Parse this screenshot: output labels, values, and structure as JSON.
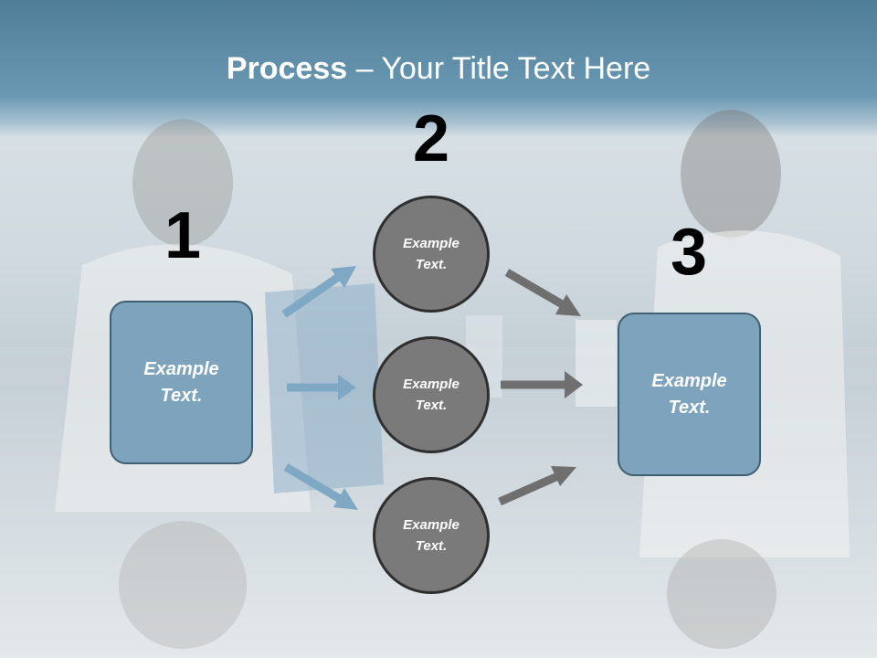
{
  "title": {
    "bold": "Process",
    "rest": " – Your Title Text Here"
  },
  "steps": {
    "one": "1",
    "two": "2",
    "three": "3"
  },
  "left_box": {
    "line1": "Example",
    "line2": "Text."
  },
  "right_box": {
    "line1": "Example",
    "line2": "Text."
  },
  "circles": [
    {
      "line1": "Example",
      "line2": "Text."
    },
    {
      "line1": "Example",
      "line2": "Text."
    },
    {
      "line1": "Example",
      "line2": "Text."
    }
  ],
  "colors": {
    "header": "#5b8aa6",
    "box_fill": "#7ea4bd",
    "box_border": "#3f5f73",
    "circle_fill": "#7a7a7a",
    "circle_border": "#2e2e2e",
    "arrow_blue": "#7ea8c3",
    "arrow_gray": "#6f6f6f"
  }
}
